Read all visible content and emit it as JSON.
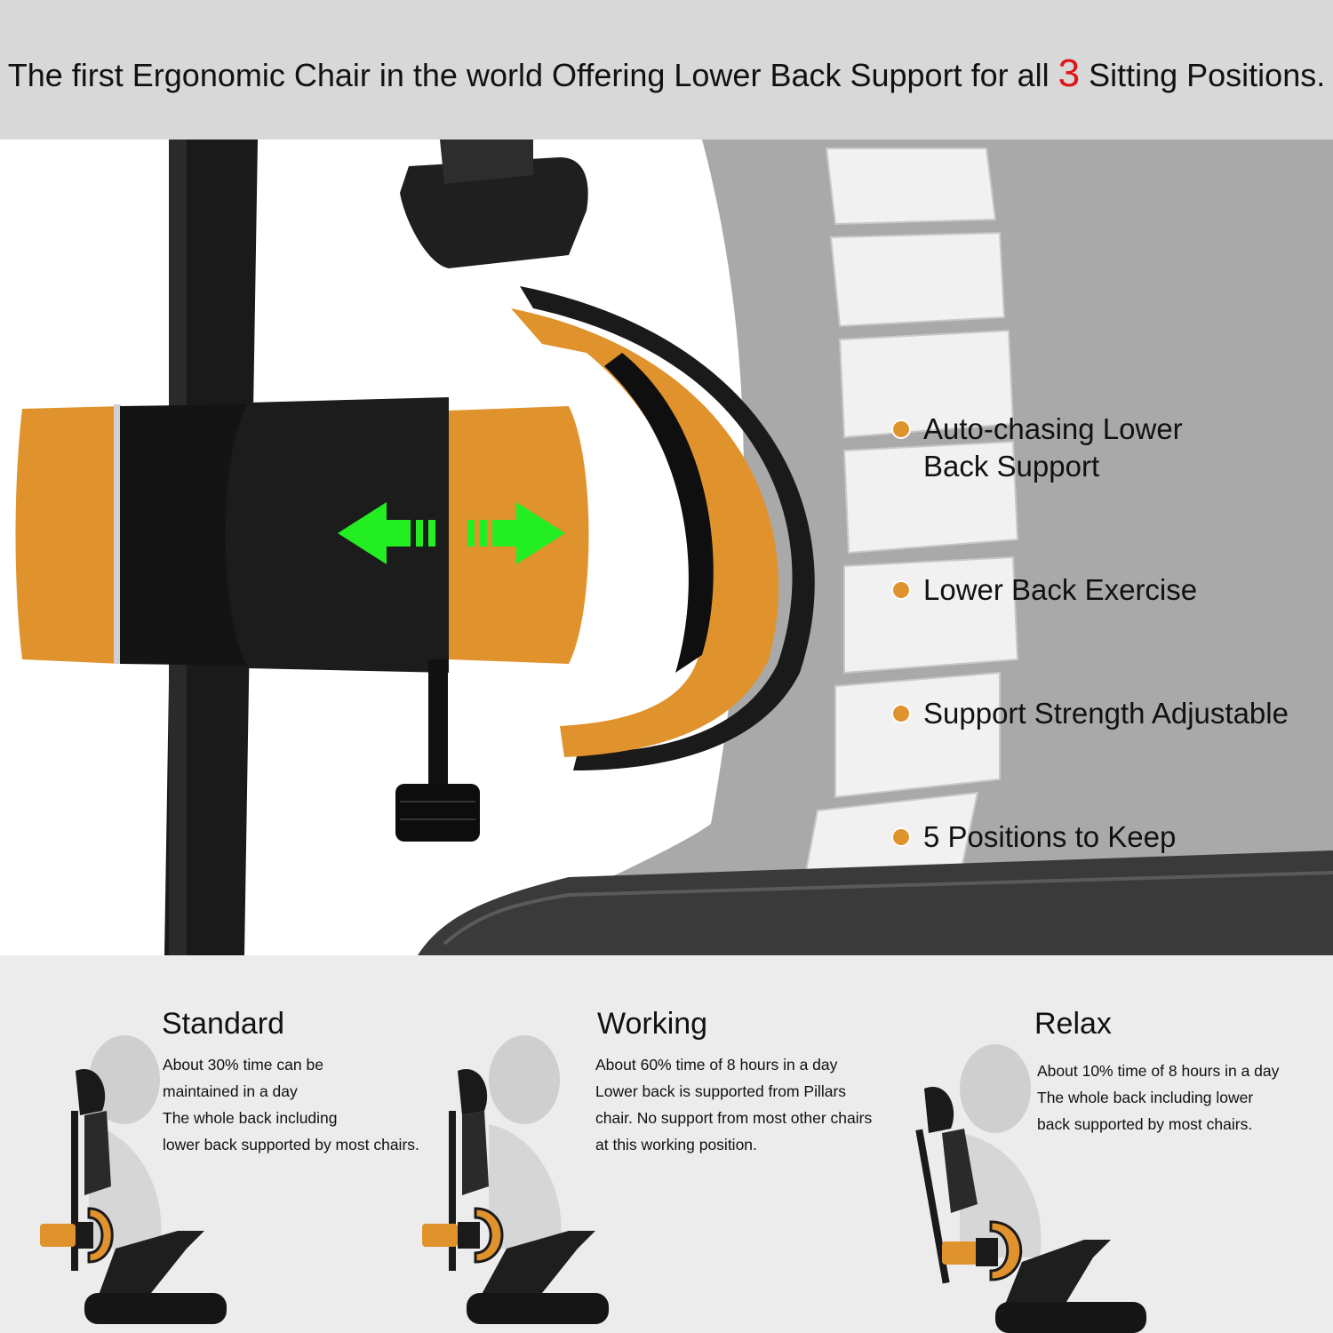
{
  "header": {
    "text_before": "The first Ergonomic Chair in the world Offering Lower Back Support for all ",
    "number": "3",
    "text_after": " Sitting Positions."
  },
  "features": [
    {
      "line1": "Auto-chasing Lower",
      "line2": "Back Support",
      "icon": "bullet-icon"
    },
    {
      "line1": "Lower Back Exercise",
      "line2": "",
      "icon": "bullet-icon"
    },
    {
      "line1": "Support Strength Adjustable",
      "line2": "",
      "icon": "bullet-icon"
    },
    {
      "line1": "5 Positions to Keep",
      "line2": "",
      "icon": "bullet-icon"
    }
  ],
  "positions": [
    {
      "title": "Standard",
      "lines": [
        "About 30% time can be",
        "maintained in a day",
        "The whole back including",
        "lower back supported by most chairs."
      ]
    },
    {
      "title": "Working",
      "lines": [
        "About 60% time of 8 hours in a day",
        "Lower back is supported from Pillars",
        "chair. No support from most other chairs",
        "at this working position."
      ]
    },
    {
      "title": "Relax",
      "lines": [
        "About 10% time of 8 hours in a day",
        "The whole back including lower",
        "back supported by most chairs."
      ]
    }
  ],
  "colors": {
    "accent_orange": "#e0922c",
    "arrow_green": "#22ee22",
    "highlight_red": "#e01414"
  }
}
